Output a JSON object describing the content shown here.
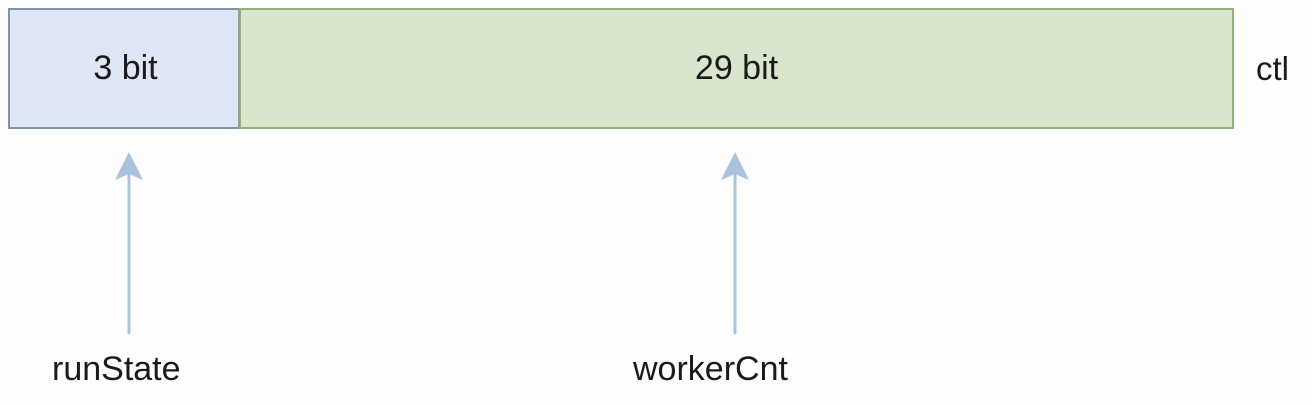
{
  "diagram": {
    "segments": [
      {
        "id": "run",
        "label": "3 bit",
        "fill": "#dde7f5",
        "stroke": "#7f93a8"
      },
      {
        "id": "worker",
        "label": "29 bit",
        "fill": "#d8e6cc",
        "stroke": "#95b07e"
      }
    ],
    "variable_label": "ctl",
    "fields": [
      {
        "label": "runState"
      },
      {
        "label": "workerCnt"
      }
    ],
    "arrow_color": "#a9c3df"
  }
}
